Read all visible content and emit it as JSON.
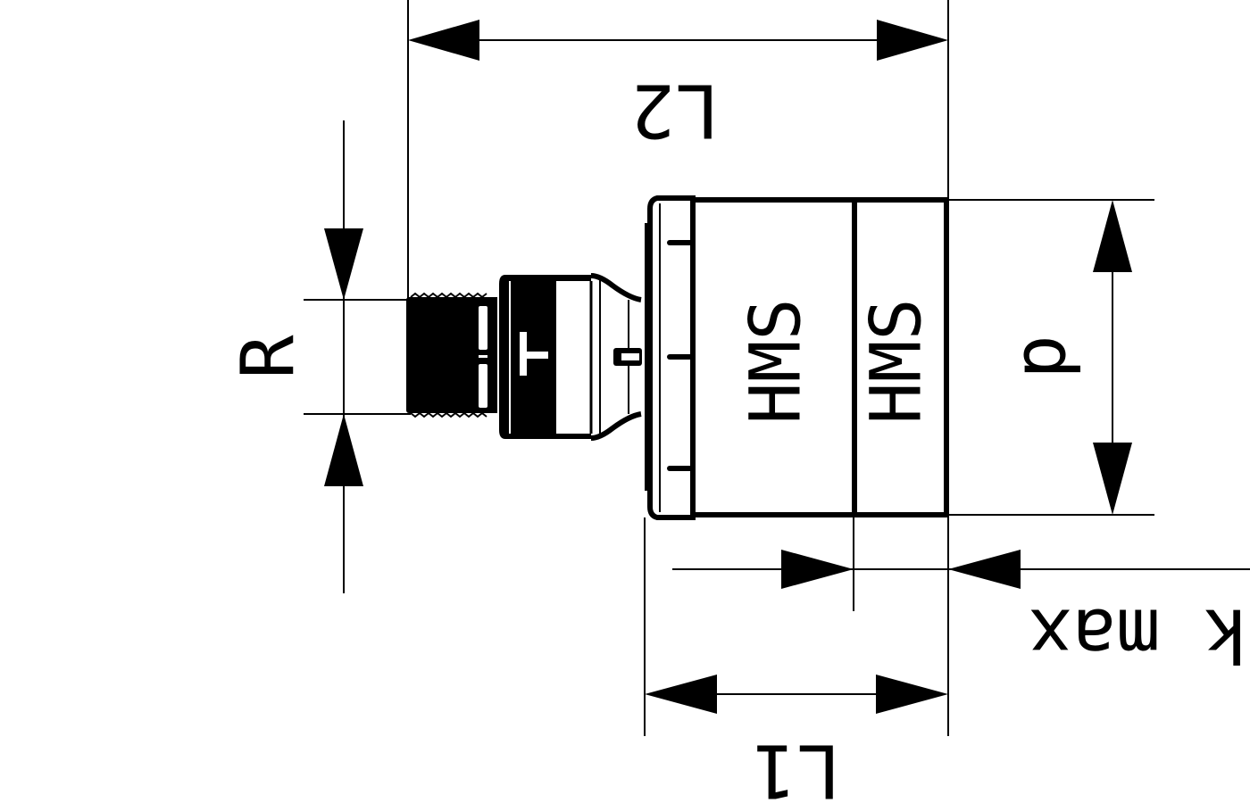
{
  "drawing": {
    "type": "technical-dimension-drawing",
    "subject": "threaded fitting with sleeve",
    "colors": {
      "ink": "#000000",
      "paper": "#ffffff"
    },
    "dimensions": {
      "L2": {
        "label": "L2",
        "orientation": "upside-down"
      },
      "L1": {
        "label": "L1",
        "orientation": "upside-down"
      },
      "R": {
        "label": "R",
        "orientation": "rotated-ccw"
      },
      "d": {
        "label": "d",
        "orientation": "rotated-cw"
      },
      "k_max": {
        "label": "k max",
        "orientation": "upside-down"
      }
    },
    "markings": {
      "sleeve_left": "HMS",
      "sleeve_right": "HMS"
    }
  }
}
